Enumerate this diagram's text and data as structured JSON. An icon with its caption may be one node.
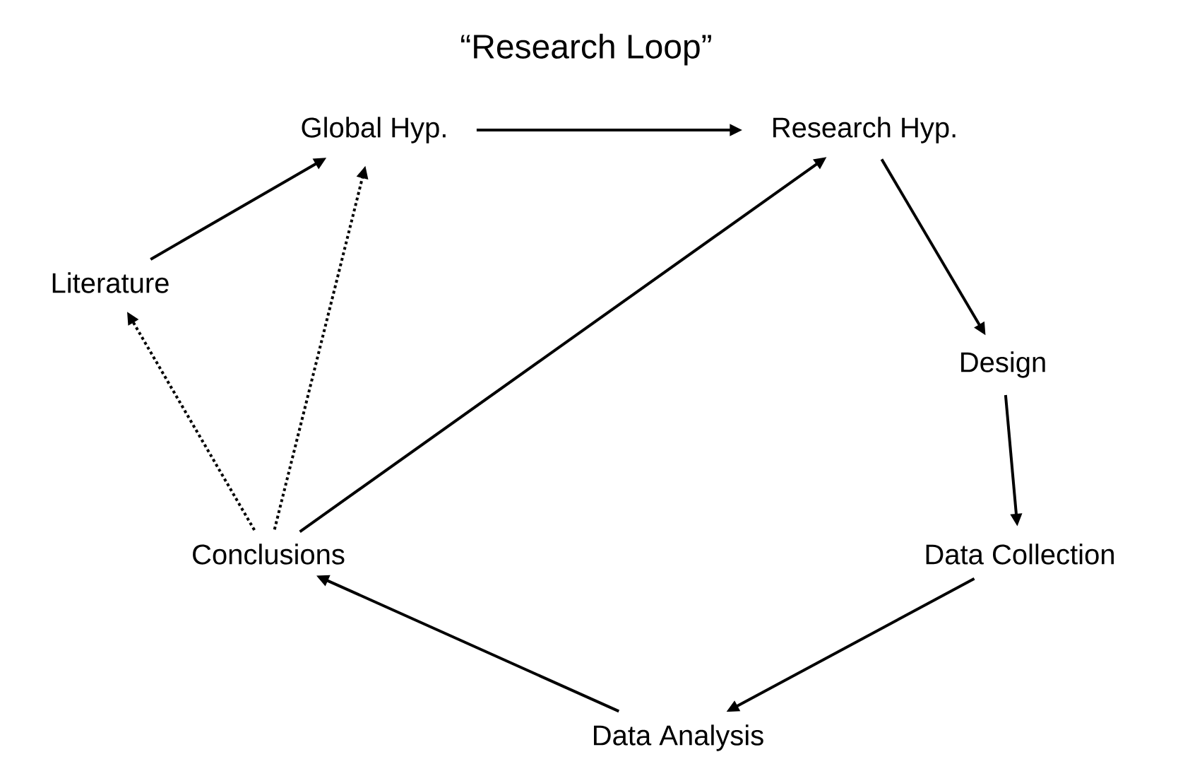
{
  "diagram": {
    "title": "“Research Loop”",
    "nodes": [
      {
        "text": [
          "Global Hyp."
        ]
      },
      {
        "text": [
          "Research Hyp."
        ]
      },
      {
        "text": [
          "Design"
        ]
      },
      {
        "text": [
          "Data Collection"
        ]
      },
      {
        "text": [
          "Data Analysis"
        ]
      },
      {
        "text": [
          "Conclusions"
        ]
      },
      {
        "text": [
          "Literature"
        ]
      }
    ],
    "edges": [
      {
        "from": 6,
        "to": 0,
        "arrow": "to"
      },
      {
        "from": 0,
        "to": 1,
        "arrow": "to"
      },
      {
        "from": 1,
        "to": 2,
        "arrow": "to"
      },
      {
        "from": 2,
        "to": 3,
        "arrow": "to"
      },
      {
        "from": 3,
        "to": 4,
        "arrow": "to"
      },
      {
        "from": 4,
        "to": 5,
        "arrow": "to"
      },
      {
        "from": 5,
        "to": 6,
        "arrow": "to",
        "style": "dashed"
      },
      {
        "from": 5,
        "to": 0,
        "arrow": "to",
        "style": "dashed"
      },
      {
        "from": 5,
        "to": 1,
        "arrow": "to"
      }
    ]
  }
}
